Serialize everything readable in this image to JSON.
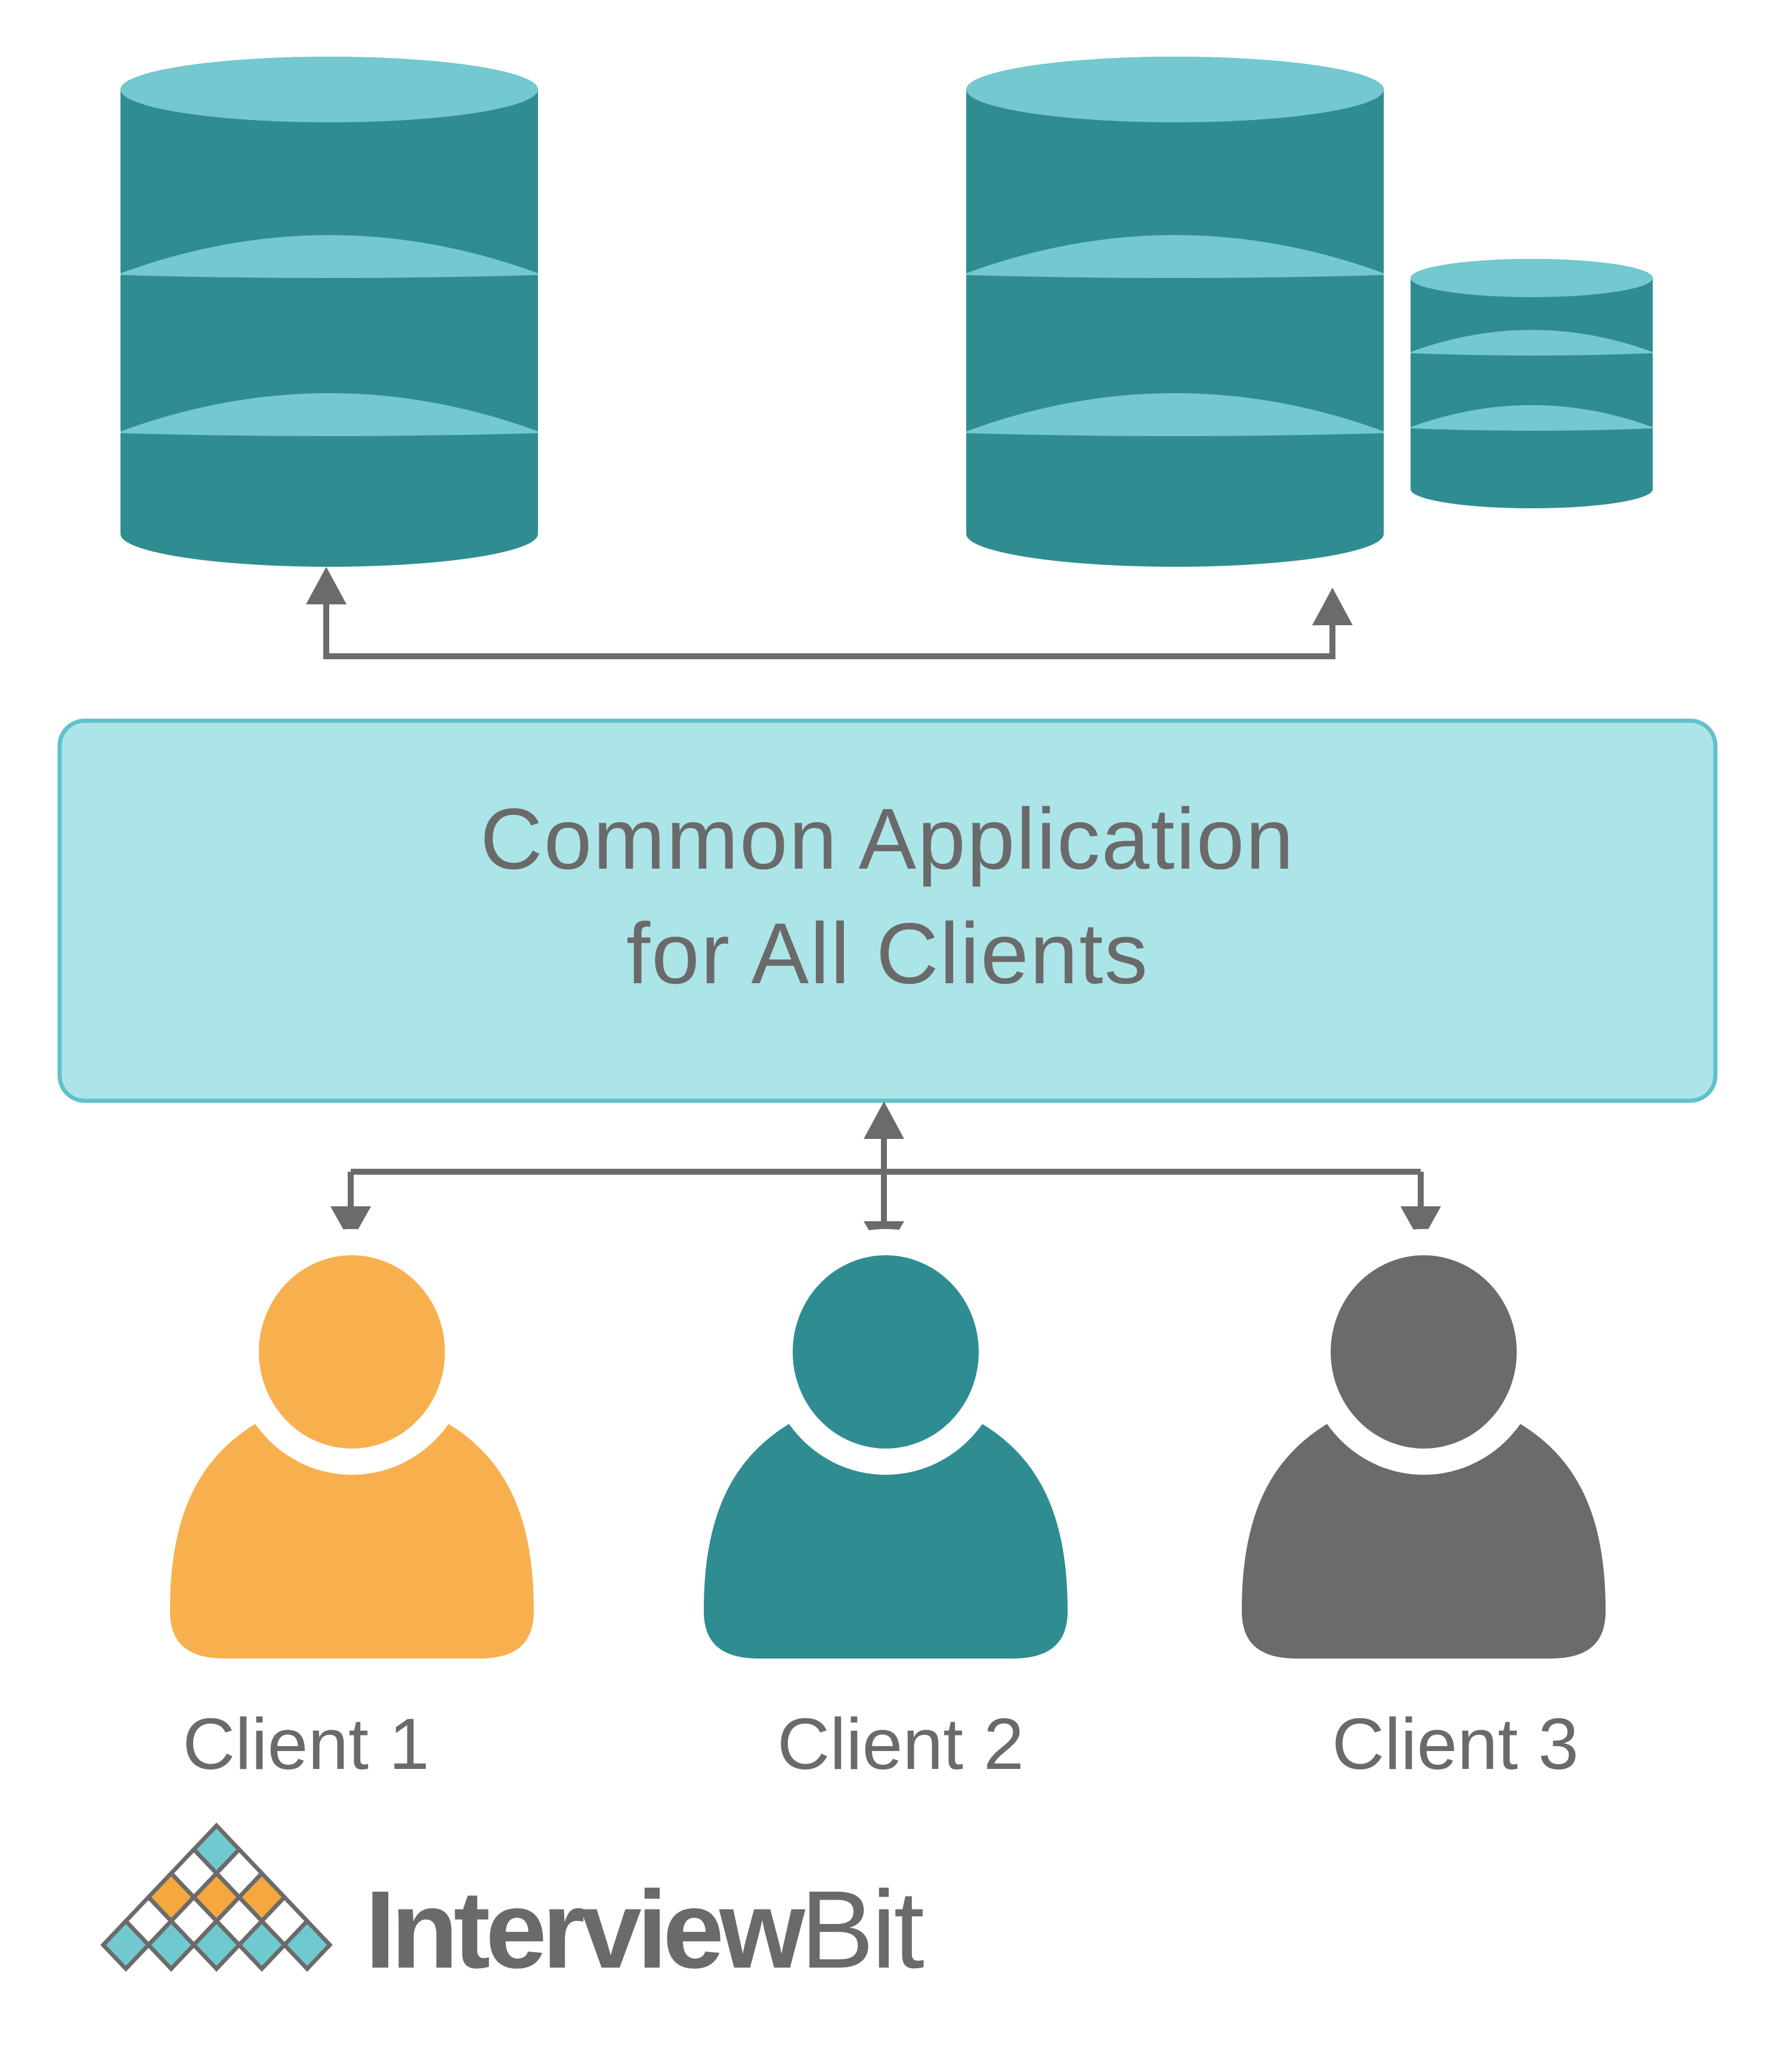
{
  "colors": {
    "teal_dark": "#2F8D92",
    "teal_light": "#73C9CF",
    "box_fill": "#ACE5E8",
    "box_border": "#5FC2CA",
    "arrow_gray": "#6B6B6B",
    "text_gray": "#6A6A6A",
    "person_orange": "#F8B04E",
    "person_teal": "#2F8D92",
    "person_gray": "#6B6B6B",
    "logo_teal": "#70C9CF",
    "logo_orange": "#F4A83E",
    "outline_gray": "#6B6B6B",
    "white": "#FFFFFF",
    "background": "#FFFFFF"
  },
  "app_box": {
    "label_line1": "Common Application",
    "label_line2": "for All Clients"
  },
  "databases": [
    {
      "name": "database-large-left",
      "size": "large"
    },
    {
      "name": "database-large-right",
      "size": "large"
    },
    {
      "name": "database-small-right",
      "size": "small"
    }
  ],
  "clients": [
    {
      "label": "Client 1",
      "color": "#F8B04E"
    },
    {
      "label": "Client 2",
      "color": "#2F8D92"
    },
    {
      "label": "Client 3",
      "color": "#6B6B6B"
    }
  ],
  "logo": {
    "wordmark_primary": "Interview",
    "wordmark_secondary": "Bit",
    "triangle_rows": [
      [
        "logo_teal"
      ],
      [
        "white",
        "white"
      ],
      [
        "logo_orange",
        "logo_orange",
        "logo_orange"
      ],
      [
        "white",
        "white",
        "white",
        "white"
      ],
      [
        "logo_teal",
        "logo_teal",
        "logo_teal",
        "logo_teal",
        "logo_teal"
      ]
    ]
  }
}
